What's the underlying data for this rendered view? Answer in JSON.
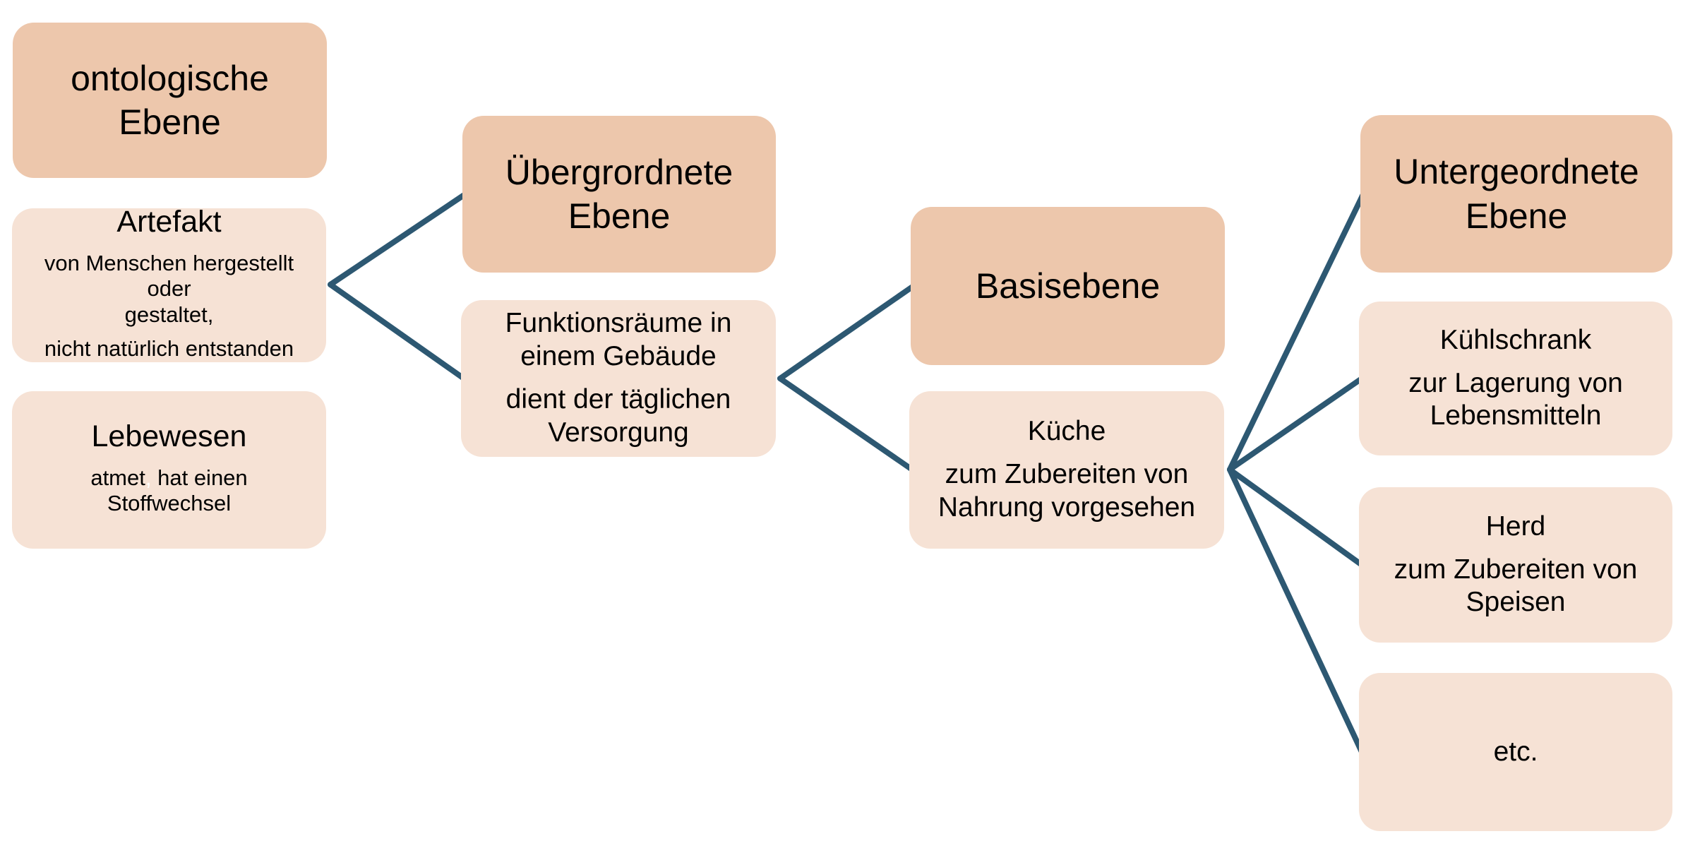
{
  "colors": {
    "background": "#ffffff",
    "level_box": "#edc7ac",
    "item_box": "#f6e2d5",
    "connector": "#2d5872",
    "text": "#000000",
    "hidden_comma": "#ffffff"
  },
  "nodes": {
    "ontologische_ebene": {
      "title": "ontologische\nEbene"
    },
    "artefakt": {
      "title": "Artefakt",
      "desc1": "von Menschen hergestellt oder\ngestaltet,",
      "desc2": "nicht natürlich entstanden"
    },
    "lebewesen": {
      "title": "Lebewesen",
      "desc_word": "atmet",
      "desc_comma": ",",
      "desc_rest": "hat einen Stoffwechsel"
    },
    "uebergeordnete_ebene": {
      "title": "Übergrordnete\nEbene"
    },
    "funktionsraeume": {
      "desc1": "Funktionsräume in\neinem Gebäude",
      "desc2": "dient der täglichen\nVersorgung"
    },
    "basisebene": {
      "title": "Basisebene"
    },
    "kueche": {
      "title": "Küche",
      "desc": "zum Zubereiten von\nNahrung vorgesehen"
    },
    "untergeordnete_ebene": {
      "title": "Untergeordnete\nEbene"
    },
    "kuehlschrank": {
      "title": "Kühlschrank",
      "desc": "zur Lagerung von\nLebensmitteln"
    },
    "herd": {
      "title": "Herd",
      "desc": "zum Zubereiten von\nSpeisen"
    },
    "etc": {
      "title": "etc."
    }
  }
}
